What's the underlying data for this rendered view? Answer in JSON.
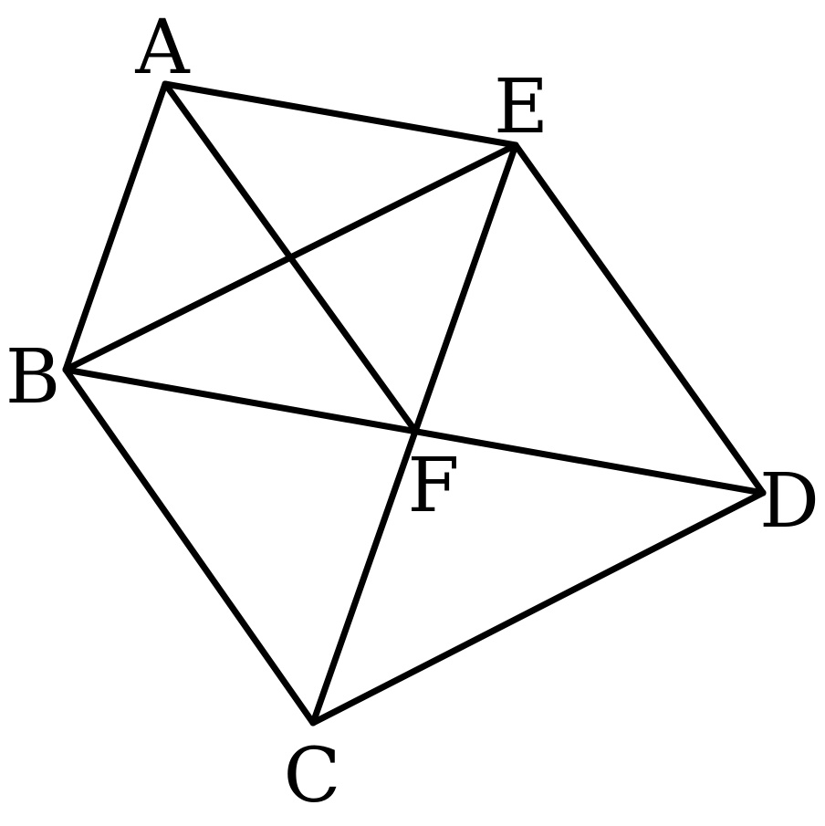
{
  "diagram": {
    "points": [
      {
        "id": "A",
        "label": "A"
      },
      {
        "id": "B",
        "label": "B"
      },
      {
        "id": "C",
        "label": "C"
      },
      {
        "id": "D",
        "label": "D"
      },
      {
        "id": "E",
        "label": "E"
      },
      {
        "id": "F",
        "label": "F"
      }
    ],
    "segments": [
      [
        "A",
        "E"
      ],
      [
        "A",
        "B"
      ],
      [
        "A",
        "F"
      ],
      [
        "B",
        "E"
      ],
      [
        "B",
        "D"
      ],
      [
        "B",
        "C"
      ],
      [
        "E",
        "D"
      ],
      [
        "E",
        "C"
      ],
      [
        "C",
        "D"
      ]
    ],
    "colors": {
      "line": "#000000",
      "text": "#000000",
      "background": "#ffffff"
    }
  }
}
